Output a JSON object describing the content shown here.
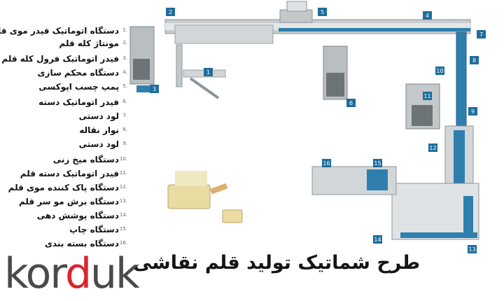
{
  "legend": [
    {
      "num": "1.",
      "label": "دستگاه اتوماتیک فیدر موی قلم"
    },
    {
      "num": "2.",
      "label": "مونتاژ کله قلم"
    },
    {
      "num": "3.",
      "label": "فیدر اتوماتیک فرول کله قلم"
    },
    {
      "num": "4.",
      "label": "دستگاه محکم سازی"
    },
    {
      "num": "5.",
      "label": "پمپ چسب اپوکسی"
    },
    {
      "num": "6.",
      "label": "فیدر اتوماتیک دسته"
    },
    {
      "num": "7.",
      "label": "لود دستی"
    },
    {
      "num": "8.",
      "label": "نوار نقاله"
    },
    {
      "num": "9.",
      "label": "لود دستی"
    },
    {
      "num": "10.",
      "label": "دستگاه میخ زنی"
    },
    {
      "num": "11.",
      "label": "فیدر اتوماتیک دسته قلم"
    },
    {
      "num": "12.",
      "label": "دستگاه پاک کننده موی قلم"
    },
    {
      "num": "13.",
      "label": "دستگاه برش مو سر قلم"
    },
    {
      "num": "14.",
      "label": "دستگاه پوشش دهی"
    },
    {
      "num": "15.",
      "label": "دستگاه چاپ"
    },
    {
      "num": "16.",
      "label": "دستگاه بسته بندی"
    }
  ],
  "stations": [
    "1",
    "2",
    "3",
    "4",
    "5",
    "6",
    "7",
    "8",
    "9",
    "10",
    "11",
    "12",
    "13",
    "14",
    "15",
    "16"
  ],
  "title": "طرح شماتیک تولید قلم نقاشی",
  "logo": {
    "part1": "kor",
    "part2": "d",
    "part3": "uk"
  },
  "colors": {
    "badge": "#1f6d9c",
    "conveyor": "#2f7fae",
    "machine": "#8e9499",
    "accent": "#d9262c"
  }
}
